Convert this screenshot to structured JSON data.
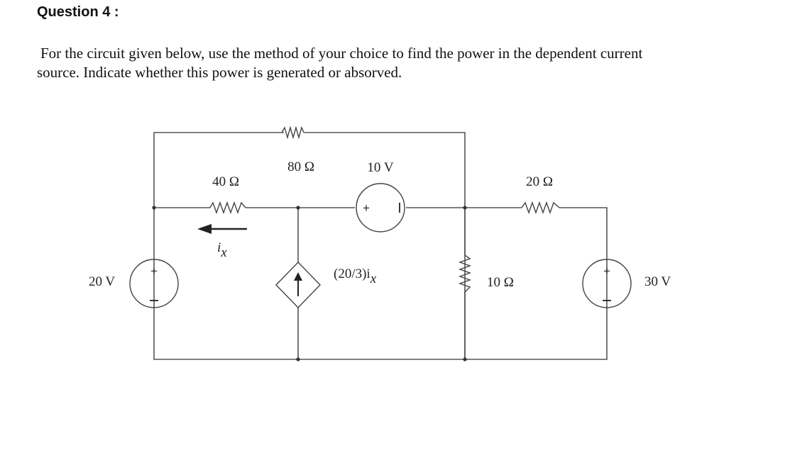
{
  "question": {
    "title": "Question 4 :",
    "line1": "For the circuit given below, use the method of your choice to find the power in the dependent current",
    "line2": "source. Indicate whether this power is generated or absorved."
  },
  "circuit": {
    "r80_label": "80 Ω",
    "r40_label": "40 Ω",
    "v10_label": "10 V",
    "r20_label": "20 Ω",
    "v20_label": "20 V",
    "dep_label": "(20/3)i",
    "dep_sub": "x",
    "ix_label": "i",
    "ix_sub": "x",
    "r10_label": "10 Ω",
    "v30_label": "30 V",
    "plus": "+",
    "minus": "–"
  }
}
